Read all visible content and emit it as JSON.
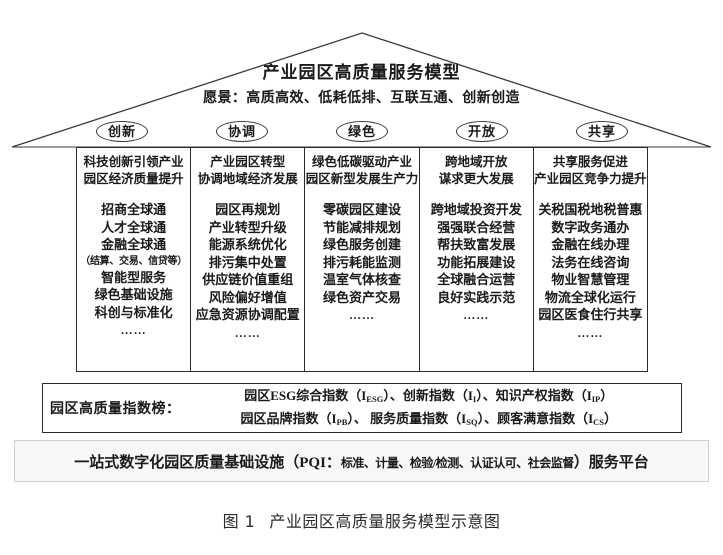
{
  "figure": {
    "caption_label": "图 1",
    "caption_text": "产业园区高质量服务模型示意图"
  },
  "roof": {
    "title": "产业园区高质量服务模型",
    "vision": "愿景：高质高效、低耗低排、互联互通、创新创造"
  },
  "pillars": [
    {
      "oval": "创新"
    },
    {
      "oval": "协调"
    },
    {
      "oval": "绿色"
    },
    {
      "oval": "开放"
    },
    {
      "oval": "共享"
    }
  ],
  "columns": [
    {
      "head_line1": "科技创新引领产业",
      "head_line2": "园区经济质量提升",
      "items": [
        "招商全球通",
        "人才全球通",
        "金融全球通",
        "（结算、交易、信贷等）",
        "智能型服务",
        "绿色基础设施",
        "科创与标准化"
      ],
      "dots": "……"
    },
    {
      "head_line1": "产业园区转型",
      "head_line2": "协调地域经济发展",
      "items": [
        "园区再规划",
        "产业转型升级",
        "能源系统优化",
        "排污集中处置",
        "供应链价值重组",
        "风险偏好增值",
        "应急资源协调配置"
      ],
      "dots": "……"
    },
    {
      "head_line1": "绿色低碳驱动产业",
      "head_line2": "园区新型发展生产力",
      "items": [
        "零碳园区建设",
        "节能减排规划",
        "绿色服务创建",
        "排污耗能监测",
        "温室气体核查",
        "绿色资产交易"
      ],
      "dots": "……"
    },
    {
      "head_line1": "跨地域开放",
      "head_line2": "谋求更大发展",
      "items": [
        "跨地域投资开发",
        "强强联合经营",
        "帮扶致富发展",
        "功能拓展建设",
        "全球融合运营",
        "良好实践示范"
      ],
      "dots": "……"
    },
    {
      "head_line1": "共享服务促进",
      "head_line2": "产业园区竞争力提升",
      "items": [
        "关税国税地税普惠",
        "数字政务通办",
        "金融在线办理",
        "法务在线咨询",
        "物业智慧管理",
        "物流全球化运行",
        "园区医食住行共享"
      ],
      "dots": "……"
    }
  ],
  "index_board": {
    "label": "园区高质量指数榜：",
    "line1_parts": [
      {
        "text": "园区ESG综合指数（I",
        "sub": "ESG"
      },
      {
        "text": "）、创新指数（I",
        "sub": "I"
      },
      {
        "text": "）、知识产权指数（I",
        "sub": "IP"
      }
    ],
    "line1_tail": "）",
    "line2_parts": [
      {
        "text": "园区品牌指数（I",
        "sub": "PB"
      },
      {
        "text": "）、 服务质量指数（I",
        "sub": "SQ"
      },
      {
        "text": "）、顾客满意指数（I",
        "sub": "CS"
      }
    ],
    "line2_tail": "）",
    "line1_full": "园区ESG综合指数（IESG）、创新指数（II）、知识产权指数（IIP）",
    "line2_full": "园区品牌指数（IPB）、 服务质量指数（ISQ）、顾客满意指数（ICS）"
  },
  "platform": {
    "lead": "一站式数字化园区质量基础设施（PQI：",
    "middle": "标准、计量、检验/检测、认证认可、社会监督",
    "tail": "）服务平台"
  },
  "colors": {
    "line": "#2a2a2a",
    "roof_line": "#3a3a3a",
    "platform_bg": "#f7f7f7",
    "platform_border": "#cfcfcf",
    "text": "#1a1a1a"
  }
}
